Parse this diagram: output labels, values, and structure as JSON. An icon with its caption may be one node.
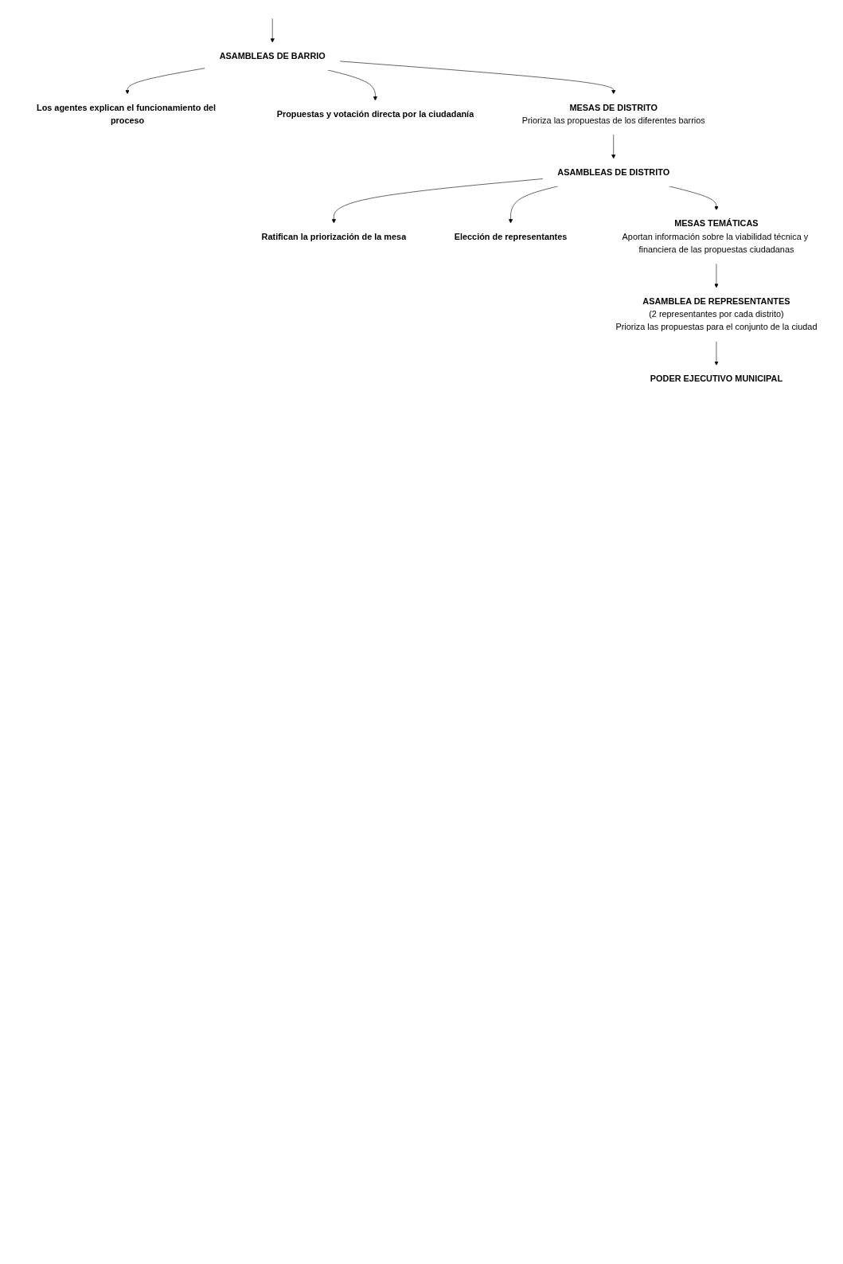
{
  "diagram": {
    "nodes": [
      {
        "text": [
          "ASAMBLEAS DE BARRIO"
        ]
      },
      {
        "text": [
          "Los agentes explican el funcionamiento del proceso"
        ]
      },
      {
        "text": [
          "Propuestas y votación directa por la ciudadanía"
        ]
      },
      {
        "text": [
          "MESAS DE DISTRITO",
          "Prioriza las propuestas de los diferentes barrios"
        ]
      },
      {
        "text": [
          "ASAMBLEAS DE DISTRITO"
        ]
      },
      {
        "text": [
          "Ratifican la priorización de la mesa"
        ]
      },
      {
        "text": [
          "Elección de representantes"
        ]
      },
      {
        "text": [
          "MESAS TEMÁTICAS",
          "Aportan información sobre la viabilidad técnica y financiera de las propuestas ciudadanas"
        ]
      },
      {
        "text": [
          "ASAMBLEA DE REPRESENTANTES",
          "(2 representantes por cada distrito)",
          "Prioriza las propuestas para el conjunto de la ciudad"
        ]
      },
      {
        "text": [
          "PODER EJECUTIVO MUNICIPAL"
        ]
      }
    ],
    "edges": [
      {
        "from": null,
        "to": 0,
        "arrow": "to"
      },
      {
        "from": 0,
        "to": 1,
        "arrow": "to"
      },
      {
        "from": 0,
        "to": 2,
        "arrow": "to"
      },
      {
        "from": 0,
        "to": 3,
        "arrow": "to"
      },
      {
        "from": 3,
        "to": 4,
        "arrow": "to"
      },
      {
        "from": 4,
        "to": 5,
        "arrow": "to"
      },
      {
        "from": 4,
        "to": 6,
        "arrow": "to"
      },
      {
        "from": 4,
        "to": 7,
        "arrow": "to"
      },
      {
        "from": 7,
        "to": 8,
        "arrow": "to"
      },
      {
        "from": 8,
        "to": 9,
        "arrow": "to"
      }
    ]
  }
}
